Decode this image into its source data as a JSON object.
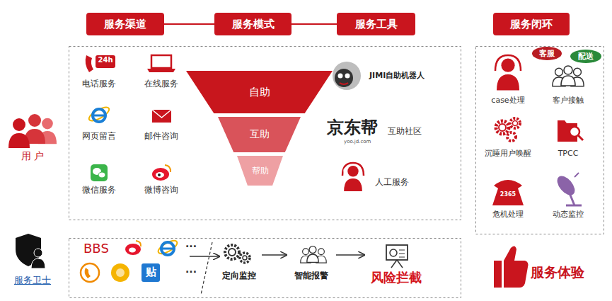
{
  "diagram": {
    "nodes": [
      {
        "text": [
          "服务渠道"
        ]
      },
      {
        "text": [
          "服务模式"
        ]
      },
      {
        "text": [
          "服务工具"
        ]
      },
      {
        "text": [
          "服务闭环"
        ]
      },
      {
        "text": [
          "自助"
        ]
      },
      {
        "text": [
          "互助"
        ]
      },
      {
        "text": [
          "帮助"
        ]
      },
      {
        "text": [
          "客服"
        ]
      },
      {
        "text": [
          "配送"
        ]
      },
      {
        "text": [
          "定向监控"
        ]
      },
      {
        "text": [
          "智能报警"
        ]
      },
      {
        "text": [
          "风险拦截"
        ]
      }
    ],
    "edges": [
      {
        "from": 0,
        "to": 1,
        "arrow": "none"
      },
      {
        "from": 1,
        "to": 2,
        "arrow": "none"
      },
      {
        "from": 9,
        "to": 10,
        "arrow": "to"
      },
      {
        "from": 10,
        "to": 11,
        "arrow": "to"
      }
    ],
    "labels": [
      "用 户",
      "服务卫士",
      "24h",
      "电话服务",
      "在线服务",
      "网页留言",
      "邮件咨询",
      "微信服务",
      "微博咨询",
      "JIMI自助机器人",
      "京东帮",
      "yoo.jd.com",
      "互助社区",
      "人工服务",
      "case处理",
      "客户接触",
      "沉睡用户唤醒",
      "TPCC",
      "2365",
      "危机处理",
      "动态监控",
      "BBS",
      "贴",
      "···",
      "···",
      "服务体验"
    ]
  }
}
